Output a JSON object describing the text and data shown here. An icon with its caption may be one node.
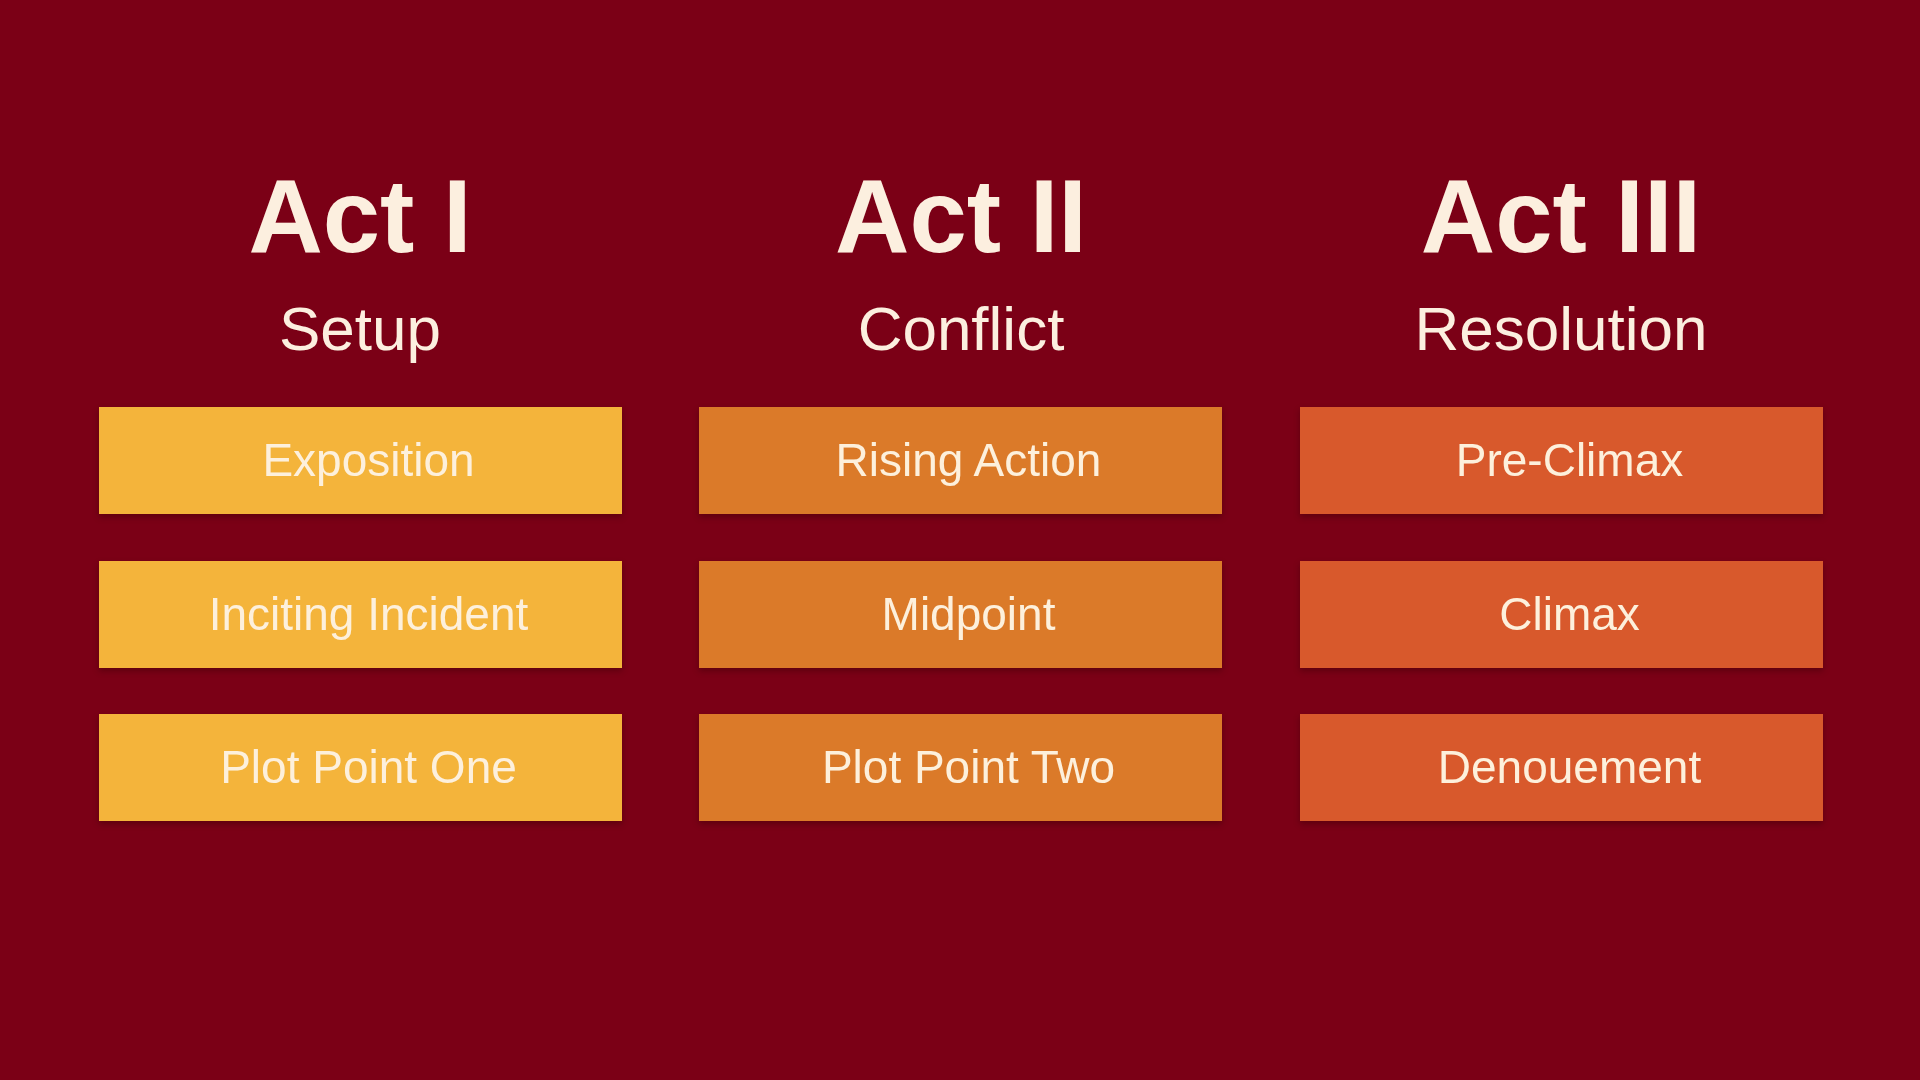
{
  "diagram": {
    "nodes": [
      {
        "text": [
          "Exposition"
        ]
      },
      {
        "text": [
          "Inciting Incident"
        ]
      },
      {
        "text": [
          "Plot Point One"
        ]
      },
      {
        "text": [
          "Rising Action"
        ]
      },
      {
        "text": [
          "Midpoint"
        ]
      },
      {
        "text": [
          "Plot Point Two"
        ]
      },
      {
        "text": [
          "Pre-Climax"
        ]
      },
      {
        "text": [
          "Climax"
        ]
      },
      {
        "text": [
          "Denouement"
        ]
      }
    ],
    "labels": [
      "Act I",
      "Act II",
      "Act III",
      "Setup",
      "Conflict",
      "Resolution"
    ]
  }
}
